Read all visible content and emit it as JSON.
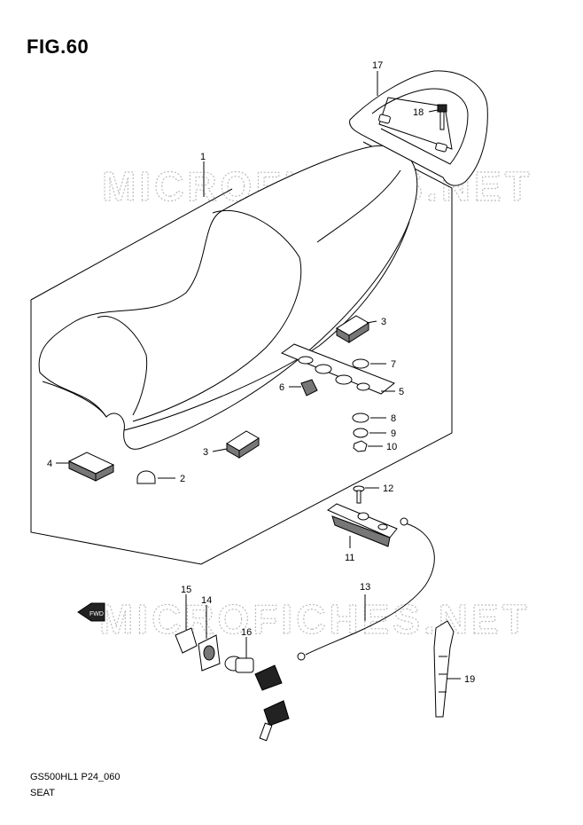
{
  "figure": {
    "title": "FIG.60"
  },
  "footer": {
    "code": "GS500HL1 P24_060",
    "name": "SEAT"
  },
  "watermark": {
    "text": "MICROFICHES.NET"
  },
  "direction_marker": {
    "text": "FWD"
  },
  "callouts": [
    {
      "id": "c1",
      "label": "1"
    },
    {
      "id": "c2",
      "label": "2"
    },
    {
      "id": "c3a",
      "label": "3"
    },
    {
      "id": "c3b",
      "label": "3"
    },
    {
      "id": "c4",
      "label": "4"
    },
    {
      "id": "c5",
      "label": "5"
    },
    {
      "id": "c6",
      "label": "6"
    },
    {
      "id": "c7",
      "label": "7"
    },
    {
      "id": "c8",
      "label": "8"
    },
    {
      "id": "c9",
      "label": "9"
    },
    {
      "id": "c10",
      "label": "10"
    },
    {
      "id": "c11",
      "label": "11"
    },
    {
      "id": "c12",
      "label": "12"
    },
    {
      "id": "c13",
      "label": "13"
    },
    {
      "id": "c14",
      "label": "14"
    },
    {
      "id": "c15",
      "label": "15"
    },
    {
      "id": "c16",
      "label": "16"
    },
    {
      "id": "c17",
      "label": "17"
    },
    {
      "id": "c18",
      "label": "18"
    },
    {
      "id": "c19",
      "label": "19"
    }
  ]
}
